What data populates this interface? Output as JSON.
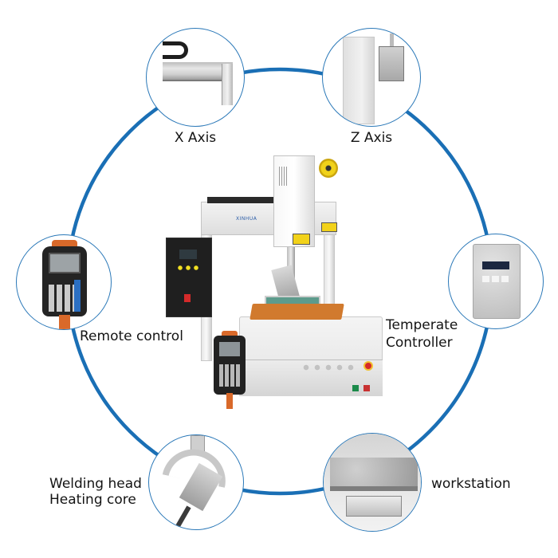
{
  "diagram": {
    "title": "",
    "ring_color": "#1a6fb5",
    "bubble_border_color": "#2a78b8",
    "center_image": "soldering-robot-machine",
    "components": [
      {
        "id": "x-axis",
        "label": "X Axis",
        "image": "x-axis-beam"
      },
      {
        "id": "z-axis",
        "label": "Z Axis",
        "image": "z-axis-column"
      },
      {
        "id": "remote-control",
        "label": "Remote control",
        "image": "handheld-pendant"
      },
      {
        "id": "temperate-controller",
        "label_line1": "Temperate",
        "label_line2": "Controller",
        "image": "temperature-controller-box"
      },
      {
        "id": "welding-head",
        "label_line1": "Welding head",
        "label_line2": "Heating core",
        "image": "soldering-head-assembly"
      },
      {
        "id": "workstation",
        "label": "workstation",
        "image": "work-platform"
      }
    ],
    "machine": {
      "brand_text": "XINHUA"
    }
  }
}
